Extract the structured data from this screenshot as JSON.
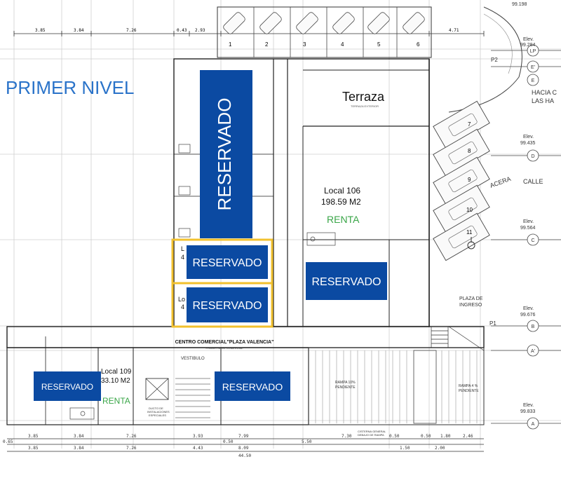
{
  "title": "PRIMER NIVEL",
  "terraza": "Terraza",
  "terraza_sub": "TERRAZA EXTERIOR",
  "center_name": "CENTRO COMERCIAL\"PLAZA VALENCIA\"",
  "center_sub": "PRIMER NIVEL COMERCIAL",
  "vestibulo": "VESTIBULO",
  "hacia": [
    "HACIA C",
    "LAS HA"
  ],
  "acera": "ACERA",
  "calle": "CALLE",
  "plaza": [
    "PLAZA DE",
    "INGRESO"
  ],
  "rampa1": [
    "RAMPA 10%",
    "PENDIENTE"
  ],
  "rampa2": [
    "RAMPA 4 %",
    "PENDIENTE"
  ],
  "cisterna": [
    "CISTERNA GENERAL",
    "DEBAJO DE RAMPA"
  ],
  "ducto": [
    "DUCTO DE",
    "INSTALACIONES",
    "ESPECIALES"
  ],
  "elev_label": "Elev.",
  "elevations": [
    "99.284",
    "99.435",
    "99.564",
    "99.676",
    "99.833"
  ],
  "top_elev": "99.198",
  "axes": [
    "LP",
    "E'",
    "E",
    "D",
    "C",
    "B",
    "A'",
    "A"
  ],
  "axis_p2": "P2",
  "axis_p1": "P1",
  "parking_top": [
    "1",
    "2",
    "3",
    "4",
    "5",
    "6"
  ],
  "parking_right": [
    "7",
    "8",
    "9",
    "10",
    "11"
  ],
  "local106": {
    "name": "Local 106",
    "area": "198.59 M2",
    "status": "RENTA"
  },
  "local109": {
    "name": "Local 109",
    "area": "33.10 M2",
    "status": "RENTA"
  },
  "local_partial": [
    "L",
    "4",
    "Lo",
    "4"
  ],
  "reservado": "RESERVADO",
  "dims_top": [
    "3.85",
    "3.84",
    "7.26",
    "0.43",
    "2.93",
    "4.71"
  ],
  "dims_bottom1": [
    "3.85",
    "3.84",
    "7.26",
    "3.93",
    "7.99",
    "7.30",
    "0.50",
    "0.50",
    "1.80",
    "2.46"
  ],
  "dims_bottom2": [
    "3.85",
    "3.84",
    "7.26",
    "4.43",
    "8.09",
    "0.50",
    "1.50",
    "2.00"
  ],
  "dim_total": "44.50",
  "dim_left": "0.65",
  "dim_small": "5.50",
  "colors": {
    "reserved": "#0b4aa2",
    "highlight": "#f2c12e",
    "renta": "#3aa648",
    "title": "#2a73c9",
    "line": "#333333"
  }
}
